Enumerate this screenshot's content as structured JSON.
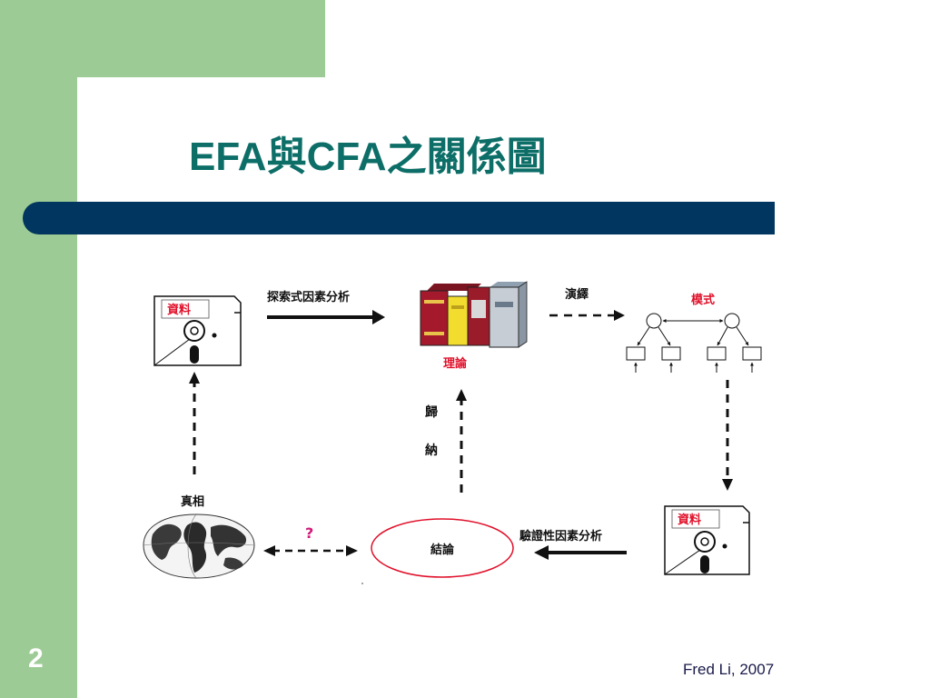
{
  "slide": {
    "title": "EFA與CFA之關係圖",
    "page_number": "2",
    "footer": "Fred Li, 2007"
  },
  "diagram": {
    "data_top_label": "資料",
    "data_bottom_label": "資料",
    "theory_label": "理論",
    "model_label": "模式",
    "conclusion_label": "結論",
    "truth_label": "真相",
    "efa_arrow_label": "探索式因素分析",
    "deduction_label": "演繹",
    "cfa_arrow_label": "驗證性因素分析",
    "induction_char_1": "歸",
    "induction_char_2": "納",
    "question_mark": "?"
  },
  "colors": {
    "green": "#9dcb95",
    "title_teal": "#0d6e68",
    "bar_navy": "#00365f",
    "accent_red": "#e0102a",
    "question_magenta": "#d01a7a"
  },
  "icons": [
    "floppy-disk-icon",
    "books-icon",
    "globe-icon",
    "ellipse-shape"
  ]
}
